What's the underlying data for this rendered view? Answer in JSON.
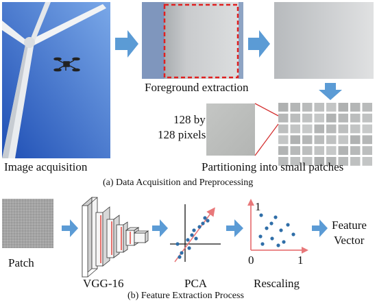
{
  "figure": {
    "section_a": {
      "caption": "(a) Data Acquisition and Preprocessing",
      "labels": {
        "image_acquisition": "Image acquisition",
        "foreground_extraction": "Foreground extraction",
        "patch_size_line1": "128 by",
        "patch_size_line2": "128 pixels",
        "partitioning": "Partitioning into small patches"
      }
    },
    "section_b": {
      "caption": "(b) Feature Extraction Process",
      "labels": {
        "patch": "Patch",
        "vgg": "VGG-16",
        "pca": "PCA",
        "rescaling": "Rescaling",
        "feature_line1": "Feature",
        "feature_line2": "Vector"
      },
      "rescaling_axis": {
        "y_top": "1",
        "origin": "0",
        "x_right": "1"
      }
    },
    "colors": {
      "arrow": "#5b9bd5",
      "dots": "#2f6ea8",
      "axis_red": "#e8787a",
      "dashed_box": "#e02020",
      "connector": "#d43030"
    },
    "icons": [
      "drone-icon",
      "wind-turbine-icon"
    ]
  }
}
